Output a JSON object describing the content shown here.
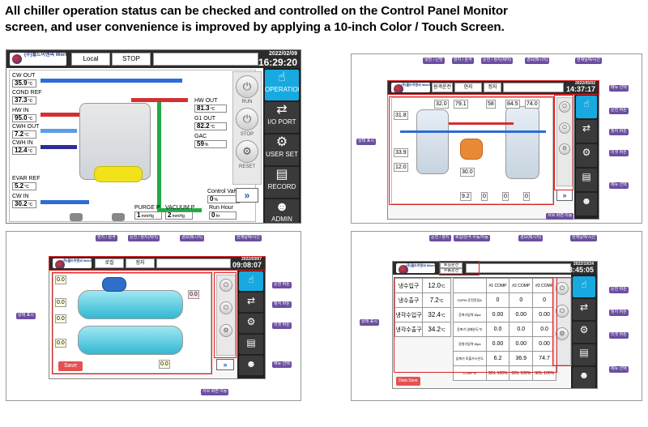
{
  "headline": {
    "line1": "All chiller operation status can be checked and controlled on the Control Panel Monitor",
    "line2": "screen, and user convenience is improved by applying a 10-inch Color / Touch Screen."
  },
  "screen1": {
    "logo": "(주)월드이엔씨 World EnC Co., Ltd.",
    "mode": "Local",
    "state": "STOP",
    "date": "2022/02/09",
    "time": "16:29:20",
    "gauges": [
      {
        "label": "CW OUT",
        "value": "35.9",
        "unit": "°C"
      },
      {
        "label": "COND REF",
        "value": "37.3",
        "unit": "°C"
      },
      {
        "label": "HW IN",
        "value": "95.0",
        "unit": "°C"
      },
      {
        "label": "CWH OUT",
        "value": "7.2",
        "unit": "°C"
      },
      {
        "label": "CWH IN",
        "value": "12.4",
        "unit": "°C"
      },
      {
        "label": "EVAR REF",
        "value": "5.2",
        "unit": "°C"
      },
      {
        "label": "CW IN",
        "value": "30.2",
        "unit": "°C"
      }
    ],
    "right_gauges": [
      {
        "label": "HW OUT",
        "value": "81.3",
        "unit": "°C"
      },
      {
        "label": "G1 OUT",
        "value": "82.2",
        "unit": "°C"
      },
      {
        "label": "GAC",
        "value": "59",
        "unit": "%"
      }
    ],
    "control_valve": {
      "label": "Control Valve",
      "value": "0",
      "unit": "%"
    },
    "purge": {
      "label": "PURGE P",
      "value": "1",
      "unit": "mmHg"
    },
    "vacuum": {
      "label": "VACUUM P",
      "value": "2",
      "unit": "mmHg"
    },
    "runhour": {
      "label": "Run Hour",
      "value": "0",
      "unit": "hr"
    },
    "ctrl": {
      "run": "RUN",
      "stop": "STOP",
      "reset": "RESET"
    },
    "nav": [
      "OPERATION",
      "I/O PORT",
      "USER SET",
      "RECORD",
      "ADMIN"
    ]
  },
  "screen2": {
    "logo": "(주)월드이엔씨 World EnC Co., Ltd.",
    "mode": "원격운전",
    "state": "현지",
    "state2": "정지",
    "date": "2022/05/02",
    "time": "14:37:17",
    "values": [
      "32.0",
      "79.1",
      "58",
      "84.5",
      "74.0",
      "31.8",
      "33.9",
      "12.0",
      "30.0",
      "9.2",
      "0",
      "0",
      "0"
    ],
    "callouts_top": [
      "냉방 / 난방",
      "현지 / 원격",
      "운전 / 정지(제어)",
      "경보(메시지)",
      "현재날짜/시간"
    ],
    "callouts_right": [
      "메뉴 선택",
      "운전 버튼",
      "정지 버튼",
      "리셋 버튼",
      "메뉴 선택"
    ],
    "callout_left": "상태 표시",
    "callout_bottom": "서브 화면 이동"
  },
  "screen3": {
    "logo": "(주)월드이엔씨 World EnC Co., Ltd.",
    "mode": "로컬",
    "state": "정지",
    "date": "2022/03/07",
    "time": "09:08:07",
    "callouts_top": [
      "현지 / 원격",
      "운전 / 정지(제어)",
      "경보(메시지)",
      "현재날짜/시간"
    ],
    "callouts_right": [
      "운전 버튼",
      "정지 버튼",
      "리셋 버튼",
      "메뉴 선택"
    ],
    "callout_left": "상태 표시",
    "callout_bottom": "서브 화면 이동",
    "save": "Save",
    "values": [
      "0.0",
      "0.0",
      "0.0",
      "0.0",
      "0.0",
      "0.0"
    ]
  },
  "screen4": {
    "logo": "(주)월드이엔씨 World EnC Co., Ltd.",
    "mode1": "로컬운전",
    "mode2": "수동운전",
    "date": "2022/10/24",
    "time": "13:45:05",
    "callouts_top": [
      "운전 / 정지",
      "로컬/원격 수동/자동",
      "경보(메시지)",
      "현재날짜/시간"
    ],
    "callouts_right": [
      "운전 버튼",
      "정지 버튼",
      "리셋 버튼",
      "메뉴 선택"
    ],
    "callout_left": "상태 표시",
    "left_rows": [
      {
        "label": "냉수입구",
        "value": "12.0",
        "unit": "°C"
      },
      {
        "label": "냉수출구",
        "value": "7.2",
        "unit": "°C"
      },
      {
        "label": "냉각수입구",
        "value": "32.4",
        "unit": "°C"
      },
      {
        "label": "냉각수출구",
        "value": "34.2",
        "unit": "°C"
      }
    ],
    "cols": [
      "#1 COMP",
      "#2 COMP",
      "#3 COMP"
    ],
    "rows": [
      {
        "label": "CDPM 운전전류A",
        "values": [
          "0",
          "0",
          "0"
        ]
      },
      {
        "label": "응축기압력 Mpa",
        "values": [
          "0.00",
          "0.00",
          "0.00"
        ]
      },
      {
        "label": "응축기 냉매온도℃",
        "values": [
          "0.0",
          "0.0",
          "0.0"
        ]
      },
      {
        "label": "증발기압력 Mpa",
        "values": [
          "0.00",
          "0.00",
          "0.00"
        ]
      },
      {
        "label": "압축기 토출가스온도",
        "values": [
          "6.2",
          "36.9",
          "74.7"
        ]
      },
      {
        "label": "COMP %",
        "values": [
          "SOL 100%",
          "SOL 100%",
          "SOL 100%"
        ]
      }
    ],
    "save": "Data Save"
  }
}
